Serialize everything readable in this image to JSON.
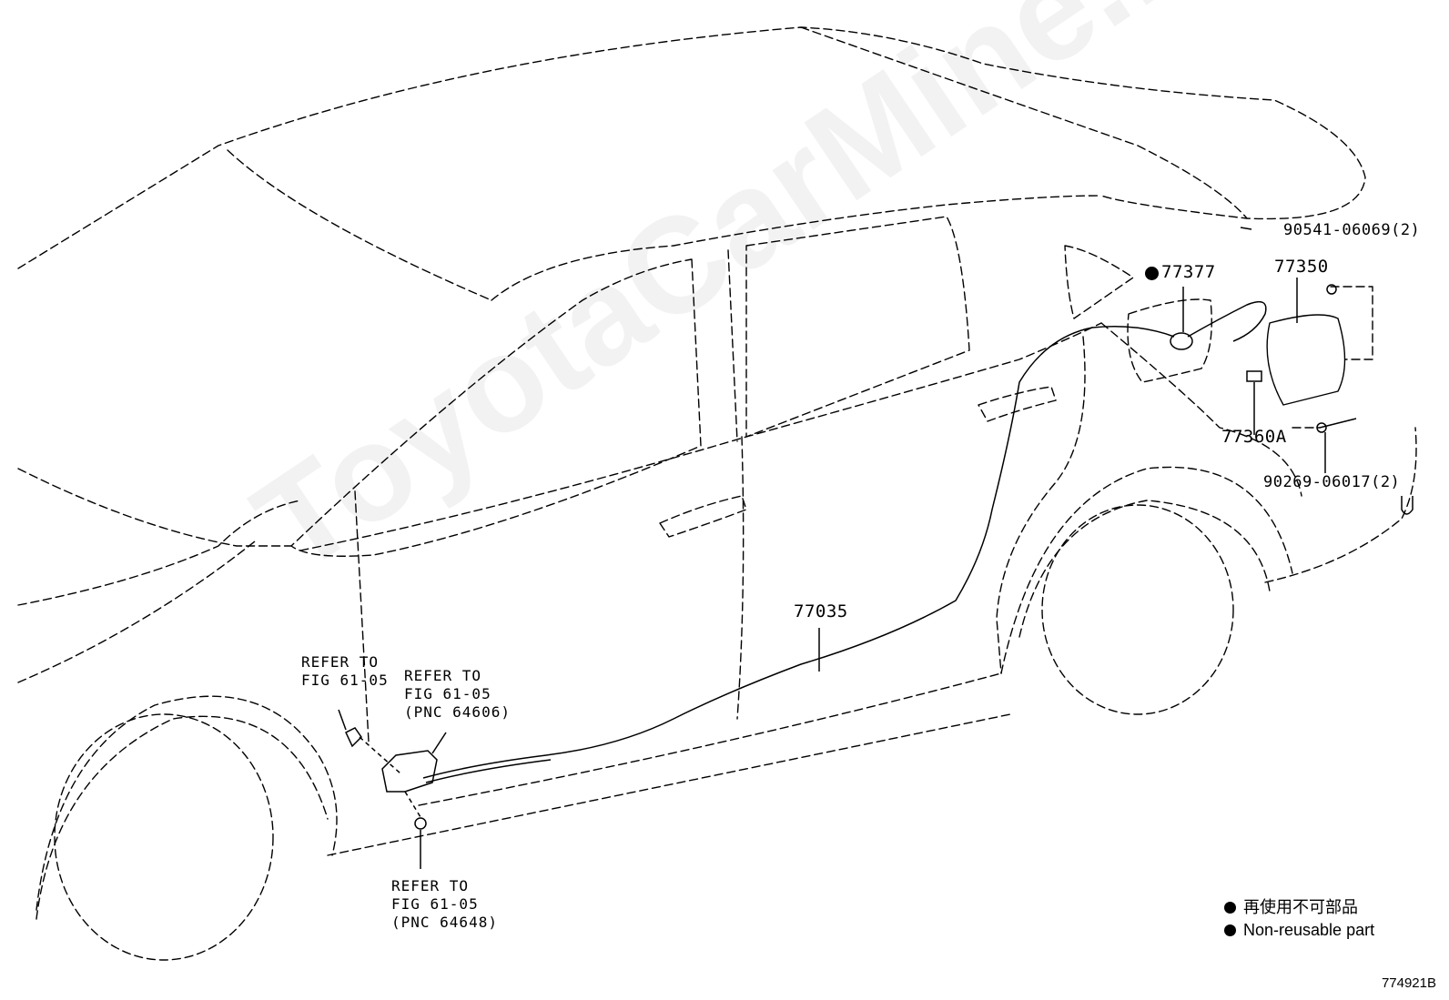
{
  "parts": {
    "p77377": "77377",
    "p77350": "77350",
    "p90541": "90541-06069(2)",
    "p77360A": "77360A",
    "p90269": "90269-06017(2)",
    "p77035": "77035"
  },
  "refers": {
    "r1": {
      "line1": "REFER TO",
      "line2": "FIG 61-05"
    },
    "r2": {
      "line1": "REFER TO",
      "line2": "FIG 61-05",
      "line3": "(PNC 64606)"
    },
    "r3": {
      "line1": "REFER TO",
      "line2": "FIG 61-05",
      "line3": "(PNC 64648)"
    }
  },
  "legend": {
    "line1": "再使用不可部品",
    "line2": "Non-reusable part"
  },
  "figure_number": "774921B",
  "watermark": "ToyotaCarMine.ru"
}
